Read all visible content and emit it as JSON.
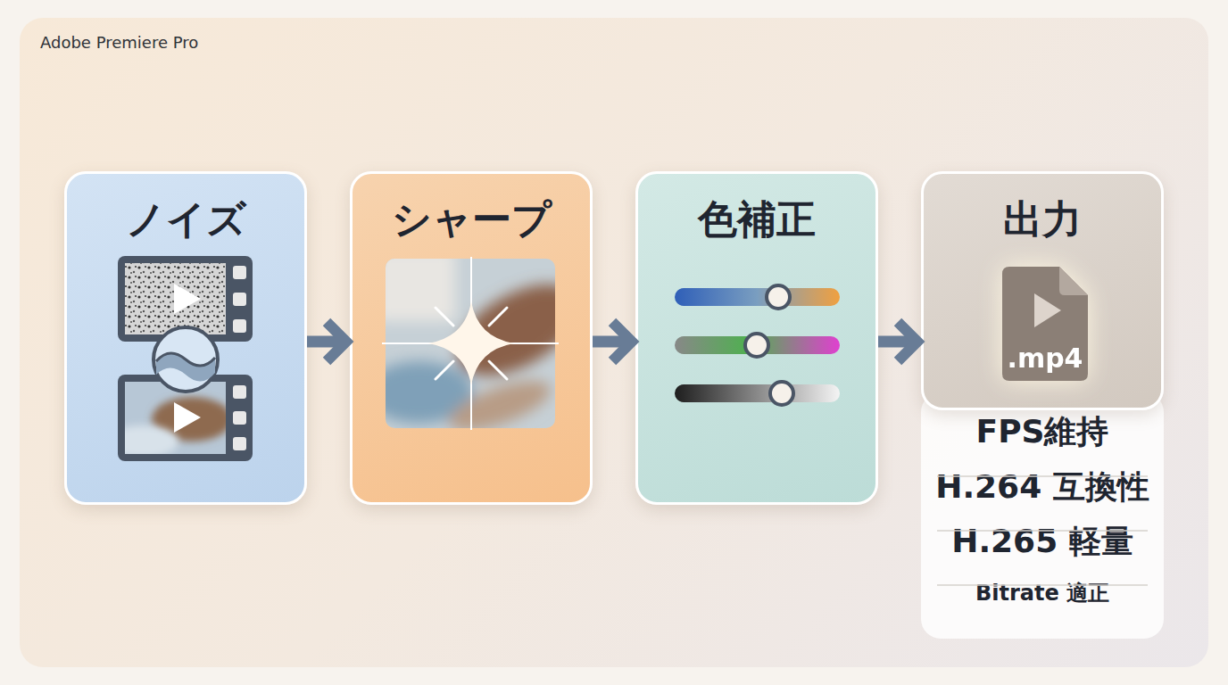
{
  "diagram": {
    "title": "Adobe Premiere Pro",
    "nodes": [
      {
        "text": [
          "ノイズ"
        ]
      },
      {
        "text": [
          "シャープ"
        ]
      },
      {
        "text": [
          "色補正"
        ]
      },
      {
        "text": [
          "出力"
        ]
      },
      {
        "text": [
          ".mp4"
        ],
        "in": 3
      },
      {
        "text": [
          "FPS維持",
          "H.264 互換性",
          "H.265 軽量",
          "Bitrate 適正"
        ]
      }
    ],
    "edges": [
      {
        "from": 0,
        "to": 1,
        "arrow": "to"
      },
      {
        "from": 1,
        "to": 2,
        "arrow": "to"
      },
      {
        "from": 2,
        "to": 3,
        "arrow": "to"
      }
    ]
  }
}
